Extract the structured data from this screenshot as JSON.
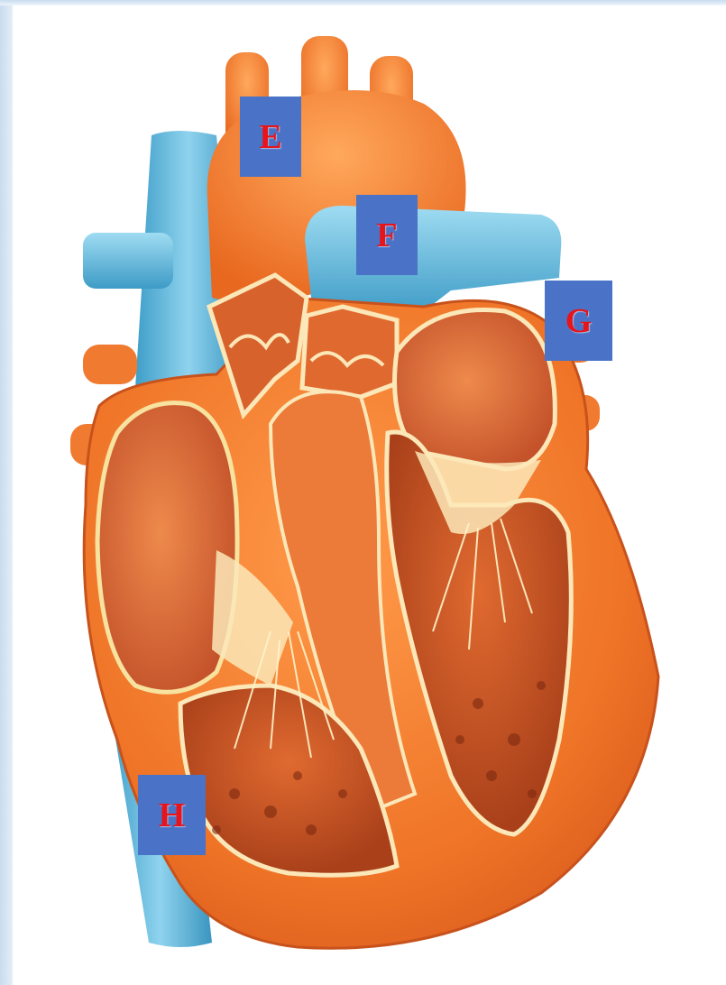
{
  "labels": {
    "e": "E",
    "f": "F",
    "g": "G",
    "h": "H"
  },
  "colors": {
    "label_box": "#4a72c6",
    "label_text": "#e8141a",
    "muscle": "#f07a2e",
    "muscle_dark": "#c94f1c",
    "vessel_blue": "#4fb0d6",
    "chamber_inner": "#a8421c",
    "valve_cream": "#fbe7b8"
  }
}
